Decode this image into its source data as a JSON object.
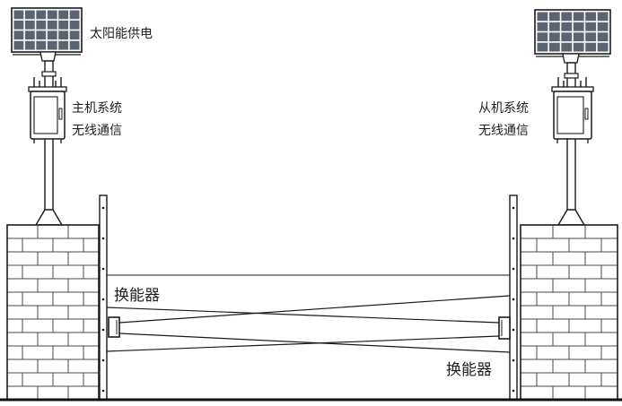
{
  "labels": {
    "solar": "太阳能供电",
    "master_line1": "主机系统",
    "master_line2": "无线通信",
    "slave_line1": "从机系统",
    "slave_line2": "无线通信",
    "transducer_left": "换能器",
    "transducer_right": "换能器"
  },
  "colors": {
    "line": "#1a1a1a",
    "panel_cell": "#5b6470",
    "brick_stroke": "#4a4a4a",
    "background": "#ffffff"
  }
}
